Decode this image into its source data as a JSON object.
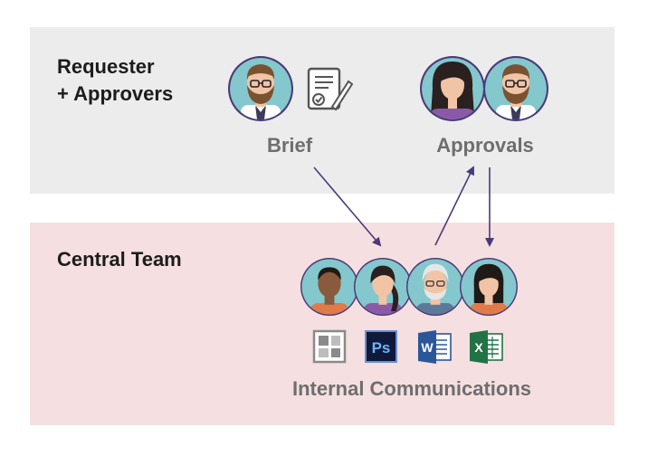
{
  "lanes": {
    "top": {
      "label_line1": "Requester",
      "label_line2": "+ Approvers"
    },
    "bottom": {
      "label": "Central Team"
    }
  },
  "stages": {
    "brief": "Brief",
    "approvals": "Approvals",
    "team": "Internal Communications"
  },
  "icons": {
    "brief_doc": "signed-document-icon",
    "tools": [
      "layout-app-icon",
      "photoshop-icon",
      "word-icon",
      "excel-icon"
    ],
    "tool_labels": {
      "photoshop": "Ps",
      "word": "W",
      "excel": "X"
    }
  },
  "colors": {
    "avatar_bg": "#84c7cc",
    "avatar_ring": "#4a3a7a",
    "arrow": "#4a3a7a",
    "top_band": "#ececed",
    "bottom_band": "#f5dfe0"
  }
}
